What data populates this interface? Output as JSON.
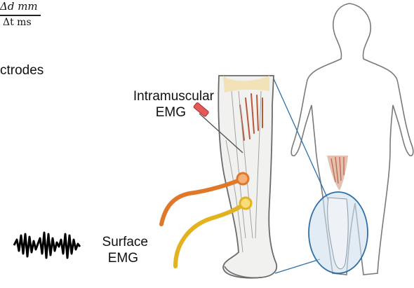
{
  "formula": {
    "numerator": "Δd mm",
    "denominator": "Δt ms"
  },
  "electrodes_label": "ctrodes",
  "intramuscular_label": {
    "line1": "Intramuscular",
    "line2": "EMG"
  },
  "surface_label": {
    "line1": "Surface",
    "line2": "EMG"
  },
  "colors": {
    "outline": "#6a6a6a",
    "muscle": "#b8583a",
    "needle": "#d03a3a",
    "lens": "#2f6fa8",
    "orange_wire": "#e0782a",
    "yellow_wire": "#e3b21f",
    "signal": "#000000"
  }
}
